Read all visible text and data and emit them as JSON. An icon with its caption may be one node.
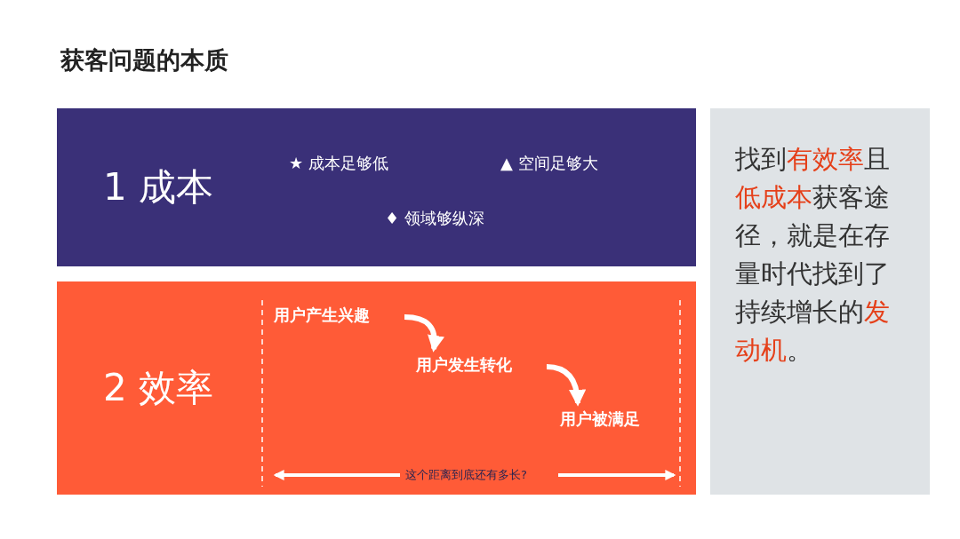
{
  "diagram": {
    "title": "获客问题的本质",
    "nodes": [
      {
        "text": [
          "1 成本",
          "★ 成本足够低",
          "▲ 空间足够大",
          "♦ 领域够纵深"
        ]
      },
      {
        "text": [
          "2 效率"
        ]
      },
      {
        "text": [
          "用户产生兴趣"
        ],
        "in": 1
      },
      {
        "text": [
          "用户发生转化"
        ],
        "in": 1
      },
      {
        "text": [
          "用户被满足"
        ],
        "in": 1
      },
      {
        "text": [
          "找到**有效率**且**低成本**获客途径，就是在存量时代找到了持续增长的**发动机**。"
        ]
      }
    ],
    "edges": [
      {
        "from": 2,
        "to": 3,
        "arrow": "to"
      },
      {
        "from": 3,
        "to": 4,
        "arrow": "to"
      }
    ],
    "labels": [
      "这个距离到底还有多长?"
    ]
  }
}
